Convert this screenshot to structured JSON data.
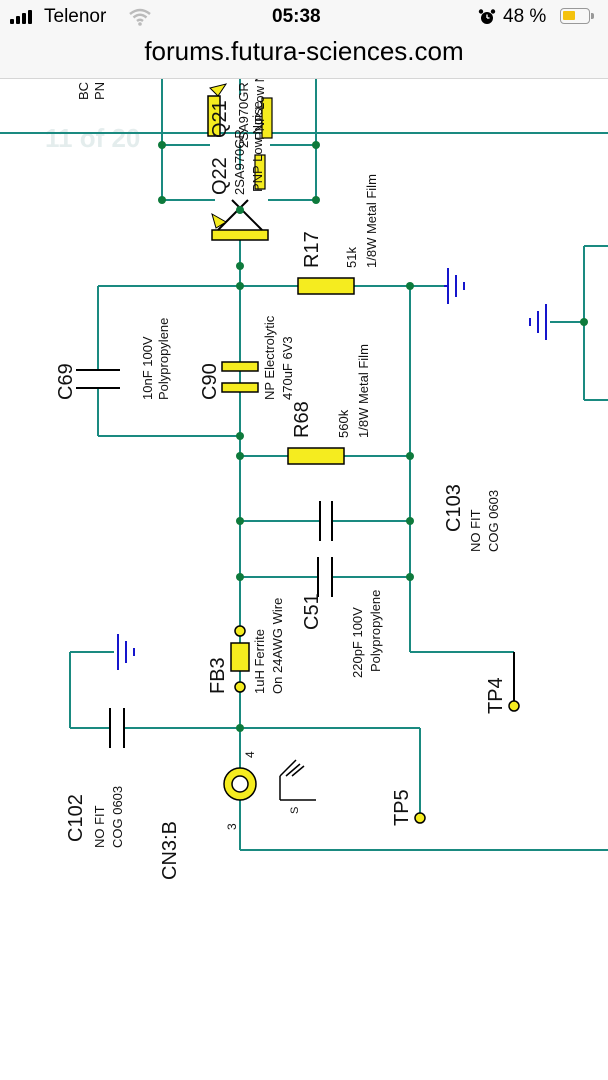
{
  "status": {
    "carrier": "Telenor",
    "time": "05:38",
    "battery": "48 %"
  },
  "browser": {
    "url": "forums.futura-sciences.com"
  },
  "page_indicator": "11 of 20",
  "schematic": {
    "top_cut": [
      "BC",
      "PN"
    ],
    "q21": {
      "ref": "Q21",
      "part": "2SA970GR",
      "desc": "PNP Low Noise"
    },
    "q22": {
      "ref": "Q22",
      "part": "2SA970GR",
      "desc": "PNP Low Noise"
    },
    "r17": {
      "ref": "R17",
      "value": "51k",
      "desc": "1/8W Metal Film"
    },
    "c69": {
      "ref": "C69",
      "value": "10nF 100V",
      "desc": "Polypropylene"
    },
    "c90": {
      "ref": "C90",
      "desc": "NP Electrolytic",
      "value": "470uF 6V3"
    },
    "r68": {
      "ref": "R68",
      "value": "560k",
      "desc": "1/8W Metal Film"
    },
    "c103": {
      "ref": "C103",
      "fit": "NO FIT",
      "pkg": "COG 0603"
    },
    "c51": {
      "ref": "C51",
      "value": "220pF 100V",
      "desc": "Polypropylene"
    },
    "fb3": {
      "ref": "FB3",
      "value": "1uH Ferrite",
      "desc": "On 24AWG Wire"
    },
    "tp4": "TP4",
    "tp5": "TP5",
    "c102": {
      "ref": "C102",
      "fit": "NO FIT",
      "pkg": "COG 0603"
    },
    "cn3": {
      "ref": "CN3:B",
      "pin4": "4",
      "pin3": "3"
    }
  },
  "colors": {
    "wire": "#1a8a80",
    "node": "#0e7a3c",
    "component": "#f5ec1f",
    "ground": "#1515cc"
  }
}
